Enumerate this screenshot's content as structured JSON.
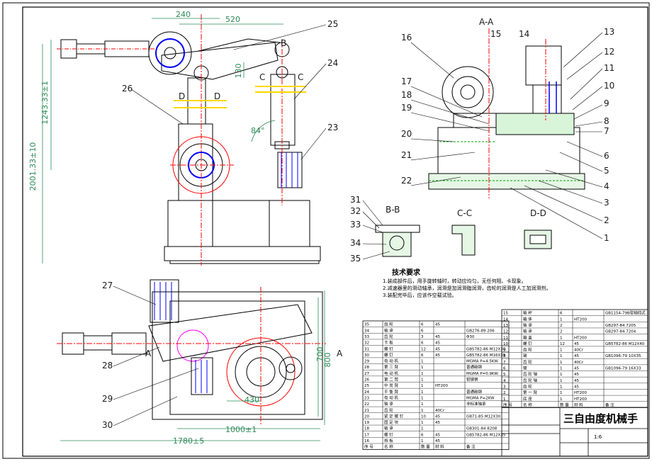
{
  "dims": {
    "d240": "240",
    "d520": "520",
    "d200133": "2001.33±10",
    "d124333": "1243.33±1",
    "d130": "130",
    "d84": "84°",
    "d700": "700",
    "d800": "800",
    "d1000": "1000±1",
    "d1780": "1780±5",
    "d430": "430"
  },
  "section_titles": {
    "aa": "A-A",
    "bb": "B-B",
    "cc": "C-C",
    "dd": "D-D",
    "b": "B",
    "c": "C",
    "d": "D",
    "a": "A"
  },
  "part_numbers": {
    "p1": "1",
    "p2": "2",
    "p3": "3",
    "p4": "4",
    "p5": "5",
    "p6": "6",
    "p7": "7",
    "p8": "8",
    "p9": "9",
    "p10": "10",
    "p11": "11",
    "p12": "12",
    "p13": "13",
    "p14": "14",
    "p15": "15",
    "p16": "16",
    "p17": "17",
    "p18": "18",
    "p19": "19",
    "p20": "20",
    "p21": "21",
    "p22": "22",
    "p23": "23",
    "p24": "24",
    "p25": "25",
    "p26": "26",
    "p27": "27",
    "p28": "28",
    "p29": "29",
    "p30": "30",
    "p31": "31",
    "p32": "32",
    "p33": "33",
    "p34": "34",
    "p35": "35"
  },
  "tech": {
    "title": "技术要求",
    "line1": "1.装成部件后，用手旋转轴时，转动应均匀，无任何阻、卡现象。",
    "line2": "2.减速器里的滑动轴承，润滑是加润滑脂润滑，齿轮的润滑是人工加润滑剂。",
    "line3": "3.装配完毕后，应该作空载试验。"
  },
  "bom_left": [
    {
      "no": "35",
      "name": "齿 轮",
      "qty": "6",
      "mat": "45",
      "note": ""
    },
    {
      "no": "34",
      "name": "轴 承",
      "qty": "6",
      "mat": "",
      "note": "GB276-89 206"
    },
    {
      "no": "33",
      "name": "齿 轮",
      "qty": "3",
      "mat": "45",
      "note": "Φ30"
    },
    {
      "no": "32",
      "name": "卡 板",
      "qty": "6",
      "mat": "45",
      "note": ""
    },
    {
      "no": "31",
      "name": "螺 钉",
      "qty": "12",
      "mat": "45",
      "note": "GB5782-86 M12X30"
    },
    {
      "no": "30",
      "name": "螺 钉",
      "qty": "6",
      "mat": "45",
      "note": "GB5782-86 M16X35"
    },
    {
      "no": "29",
      "name": "电 动 机",
      "qty": "1",
      "mat": "",
      "note": "MGMA P=4.5KW"
    },
    {
      "no": "28",
      "name": "第 三 臂",
      "qty": "1",
      "mat": "",
      "note": "普通碳钢"
    },
    {
      "no": "27",
      "name": "电 动 机",
      "qty": "1",
      "mat": "",
      "note": "MGMA P=0.9KW"
    },
    {
      "no": "26",
      "name": "第 二 臂",
      "qty": "1",
      "mat": "",
      "note": "铝镁钢"
    },
    {
      "no": "25",
      "name": "中 尚 臂",
      "qty": "1",
      "mat": "HT200",
      "note": ""
    },
    {
      "no": "24",
      "name": "平 衡 臂",
      "qty": "1",
      "mat": "",
      "note": "普通碳钢"
    },
    {
      "no": "23",
      "name": "电 动 机",
      "qty": "1",
      "mat": "",
      "note": "MGMA P=2KW"
    },
    {
      "no": "22",
      "name": "轴 承",
      "qty": "1",
      "mat": "",
      "note": "非标准轴承"
    },
    {
      "no": "21",
      "name": "齿 轮",
      "qty": "1",
      "mat": "40Cr",
      "note": ""
    },
    {
      "no": "20",
      "name": "紧 定 螺 钉",
      "qty": "10",
      "mat": "45",
      "note": "GB71-85 M12X30"
    },
    {
      "no": "19",
      "name": "固 定 块",
      "qty": "1",
      "mat": "45",
      "note": ""
    },
    {
      "no": "18",
      "name": "轴 承",
      "qty": "1",
      "mat": "",
      "note": "GB301-84 8208"
    },
    {
      "no": "17",
      "name": "螺 钉",
      "qty": "6",
      "mat": "45",
      "note": "GB5782-86 M12X35"
    },
    {
      "no": "16",
      "name": "挡 板",
      "qty": "1",
      "mat": "45",
      "note": ""
    }
  ],
  "bom_right": [
    {
      "no": "15",
      "name": "轴 杯",
      "qty": "6",
      "mat": "",
      "note": "GB1154-79B型轴挡式"
    },
    {
      "no": "14",
      "name": "箱 体",
      "qty": "1",
      "mat": "HT200",
      "note": ""
    },
    {
      "no": "13",
      "name": "轴 承",
      "qty": "2",
      "mat": "",
      "note": "GB297-84 7205"
    },
    {
      "no": "12",
      "name": "轴 承",
      "qty": "2",
      "mat": "",
      "note": "GB297-84 7204"
    },
    {
      "no": "11",
      "name": "箱 盖",
      "qty": "1",
      "mat": "HT200",
      "note": ""
    },
    {
      "no": "10",
      "name": "螺 钉",
      "qty": "12",
      "mat": "45",
      "note": "GB5782-86 M12X40"
    },
    {
      "no": "9",
      "name": "齿 轮",
      "qty": "1",
      "mat": "40Cr",
      "note": ""
    },
    {
      "no": "8",
      "name": "键",
      "qty": "1",
      "mat": "45",
      "note": "GB1096-79 10X35"
    },
    {
      "no": "7",
      "name": "齿 轮",
      "qty": "1",
      "mat": "40Cr",
      "note": ""
    },
    {
      "no": "6",
      "name": "键",
      "qty": "1",
      "mat": "45",
      "note": "GB1096-79 16X33"
    },
    {
      "no": "5",
      "name": "齿 轮 轴",
      "qty": "1",
      "mat": "45",
      "note": ""
    },
    {
      "no": "4",
      "name": "齿 轮 轴",
      "qty": "1",
      "mat": "45",
      "note": ""
    },
    {
      "no": "3",
      "name": "齿 轮",
      "qty": "1",
      "mat": "45",
      "note": ""
    },
    {
      "no": "2",
      "name": "第 一 臂",
      "qty": "1",
      "mat": "HT200",
      "note": ""
    },
    {
      "no": "1",
      "name": "底 座",
      "qty": "1",
      "mat": "HT200",
      "note": ""
    }
  ],
  "bom_header": {
    "no": "序 号",
    "name": "名 称",
    "qty": "数 量",
    "mat": "材 料",
    "note": "备 注"
  },
  "title_block": {
    "title": "三自由度机械手",
    "scale": "1:6"
  },
  "colors": {
    "outline": "#000000",
    "center": "#ff0000",
    "hidden": "#ff00ff",
    "dimension": "#2e8b57",
    "bearing": "#0000ff",
    "hatch": "#00a000"
  }
}
